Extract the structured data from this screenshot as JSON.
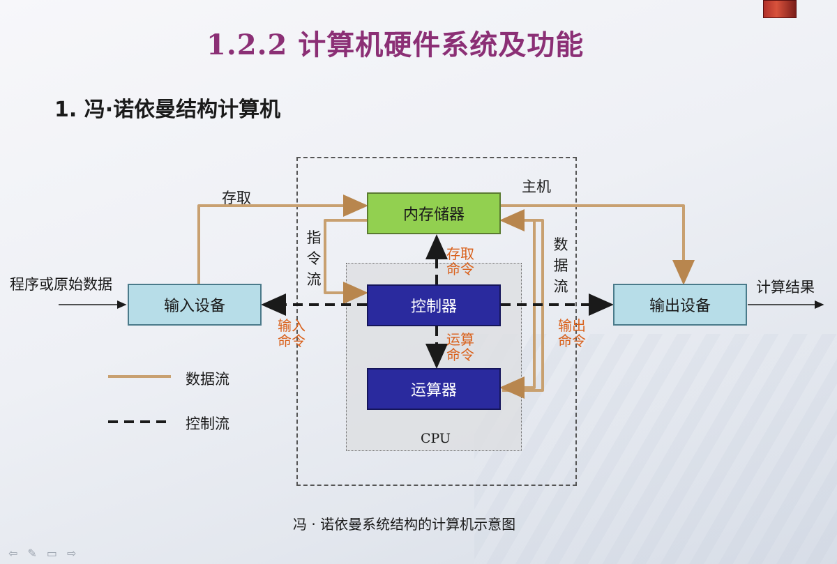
{
  "slide": {
    "title": "1.2.2  计算机硬件系统及功能",
    "subtitle": "1. 冯·诺依曼结构计算机",
    "caption": "冯 · 诺依曼系统结构的计算机示意图"
  },
  "diagram": {
    "host_label": "主机",
    "cpu_label": "CPU",
    "memory": "内存储器",
    "control": "控制器",
    "alu": "运算器",
    "input_device": "输入设备",
    "output_device": "输出设备",
    "input_source": "程序或原始数据",
    "output_result": "计算结果",
    "access_label": "存取",
    "instruction_flow": "指令流",
    "data_flow_vertical": "数据流",
    "access_command": [
      "存取",
      "命令"
    ],
    "input_command": [
      "输入",
      "命令"
    ],
    "output_command": [
      "输出",
      "命令"
    ],
    "alu_command": [
      "运算",
      "命令"
    ]
  },
  "legend": {
    "data_flow": "数据流",
    "control_flow": "控制流"
  },
  "colors": {
    "title": "#8b2f75",
    "data_flow_line": "#c8a070",
    "control_flow_line": "#1a1a1a",
    "command_text": "#d9601a",
    "memory_fill": "#92d050",
    "cpu_unit_fill": "#2a2a9e",
    "io_fill": "#b7dde8"
  },
  "nav_icons": [
    "back-arrow-icon",
    "pen-icon",
    "menu-icon",
    "forward-arrow-icon"
  ]
}
